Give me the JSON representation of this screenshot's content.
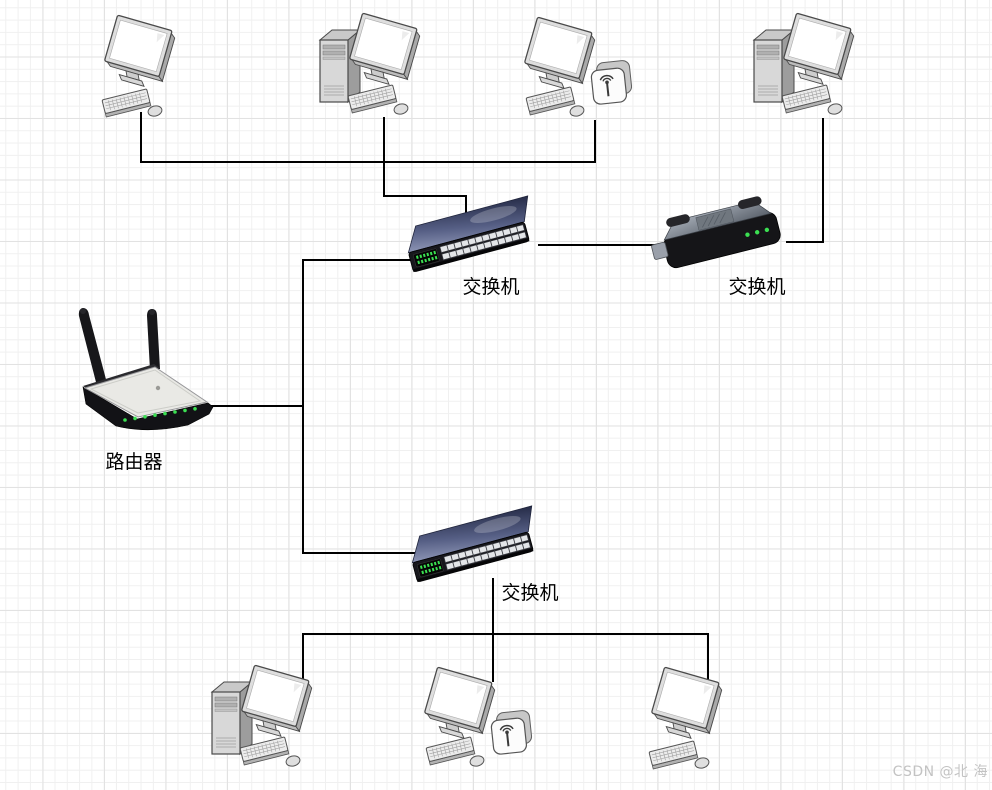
{
  "watermark": {
    "text": "CSDN @北 海"
  },
  "diagram": {
    "labels": {
      "switch_top": "交换机",
      "switch_right": "交换机",
      "switch_bottom": "交换机",
      "router": "路由器"
    },
    "colors": {
      "cable": "#000000",
      "led_green": "#3be052",
      "switch_top_face": "#4a5274",
      "grid_minor": "#f0f0f0",
      "grid_major": "#e2e2e2",
      "label_text": "#000000",
      "watermark_text": "#c3c3c3"
    },
    "nodes": [
      {
        "id": "pc-top-1",
        "kind": "computer-monitor"
      },
      {
        "id": "pc-top-2",
        "kind": "computer-desktop"
      },
      {
        "id": "pc-top-3",
        "kind": "computer-wireless"
      },
      {
        "id": "pc-top-4",
        "kind": "computer-desktop"
      },
      {
        "id": "switch-top",
        "kind": "rack-switch",
        "label": "交换机"
      },
      {
        "id": "switch-right",
        "kind": "mini-switch",
        "label": "交换机"
      },
      {
        "id": "router",
        "kind": "wireless-router",
        "label": "路由器"
      },
      {
        "id": "switch-bottom",
        "kind": "rack-switch",
        "label": "交换机"
      },
      {
        "id": "pc-bottom-1",
        "kind": "computer-desktop"
      },
      {
        "id": "pc-bottom-2",
        "kind": "computer-wireless"
      },
      {
        "id": "pc-bottom-3",
        "kind": "computer-monitor"
      }
    ],
    "edges": [
      {
        "from": "pc-top-1",
        "to": "switch-top"
      },
      {
        "from": "pc-top-2",
        "to": "switch-top"
      },
      {
        "from": "pc-top-3",
        "to": "switch-top"
      },
      {
        "from": "switch-top",
        "to": "switch-right"
      },
      {
        "from": "pc-top-4",
        "to": "switch-right"
      },
      {
        "from": "router",
        "to": "switch-top"
      },
      {
        "from": "router",
        "to": "switch-bottom"
      },
      {
        "from": "switch-bottom",
        "to": "pc-bottom-1"
      },
      {
        "from": "switch-bottom",
        "to": "pc-bottom-2"
      },
      {
        "from": "switch-bottom",
        "to": "pc-bottom-3"
      }
    ]
  }
}
